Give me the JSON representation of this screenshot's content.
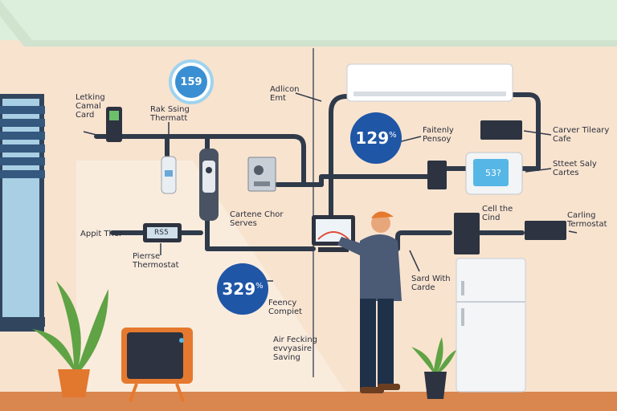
{
  "colors": {
    "wall": "#f8e3cf",
    "ceiling": "#dcefdc",
    "floor": "#d9864f",
    "pipe": "#2f3a4a",
    "badge_blue": "#1f56a6",
    "screen_blue": "#56b7e6",
    "plant_green": "#5fa344"
  },
  "badges": [
    {
      "value": "159"
    },
    {
      "value": "129",
      "suffix": "%"
    },
    {
      "value": "329",
      "suffix": "%"
    }
  ],
  "labels": {
    "leaking_control_card": "Letking\nCamal\nCard",
    "rak_sing_thermostat": "Rak Ssing\nThermatt",
    "addicon_emt": "Adlicon\nEmt",
    "fahrenly_pensoy": "Faitenly\nPensoy",
    "carver_tileary_cafe": "Carver Tileary\nCafe",
    "street_saly_cartes": "Stteet Saly\nCartes",
    "appit_ther": "Appit Ther",
    "pressure_thermostat": "Pierrse\nThermostat",
    "cartene_chor_serves": "Cartene Chor\nServes",
    "feency_compiet": "Feency\nCompiet",
    "air_fecking_saving": "Air Fecking\nevvyasire\nSaving",
    "cell_the_cind": "Cell the\nCind",
    "carling_termostat": "Carling\nTermostat",
    "sard_with_carde": "Sard With\nCarde"
  },
  "devices": {
    "thermostat_right_display": "53?",
    "appit_display": "RS5"
  },
  "icons": [
    "window-blinds-icon",
    "plant-icon",
    "air-conditioner-icon",
    "thermostat-icon",
    "sensor-icon",
    "refrigerator-icon",
    "tv-icon",
    "control-panel-icon",
    "tablet-icon"
  ]
}
